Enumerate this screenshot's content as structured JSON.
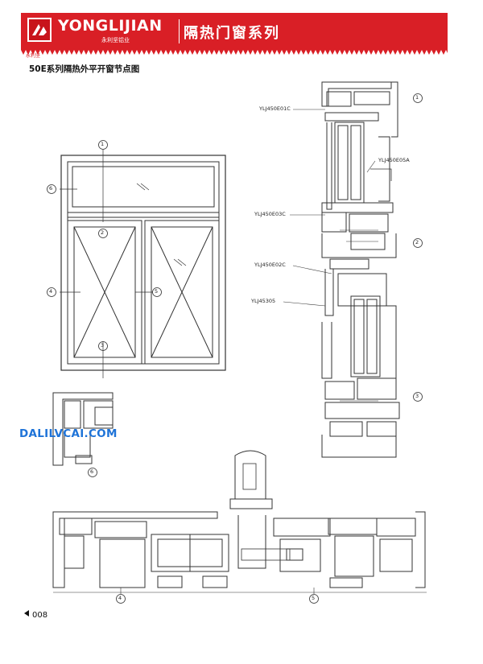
{
  "header": {
    "brand": "YONGLIJIAN",
    "brand_sub": "永利坚铝业",
    "series": "隔热门窗系列",
    "tag": "永利坚"
  },
  "page_title": "50E系列隔热外平开窗节点图",
  "profile_labels": [
    "YLJ450E01C",
    "YLJ450E05A",
    "YLJ450E03C",
    "YLJ450E02C",
    "YLJ45305"
  ],
  "callouts": [
    "1",
    "2",
    "3",
    "4",
    "5",
    "6"
  ],
  "watermark": "DALILVCAI.COM",
  "page_number": "008"
}
